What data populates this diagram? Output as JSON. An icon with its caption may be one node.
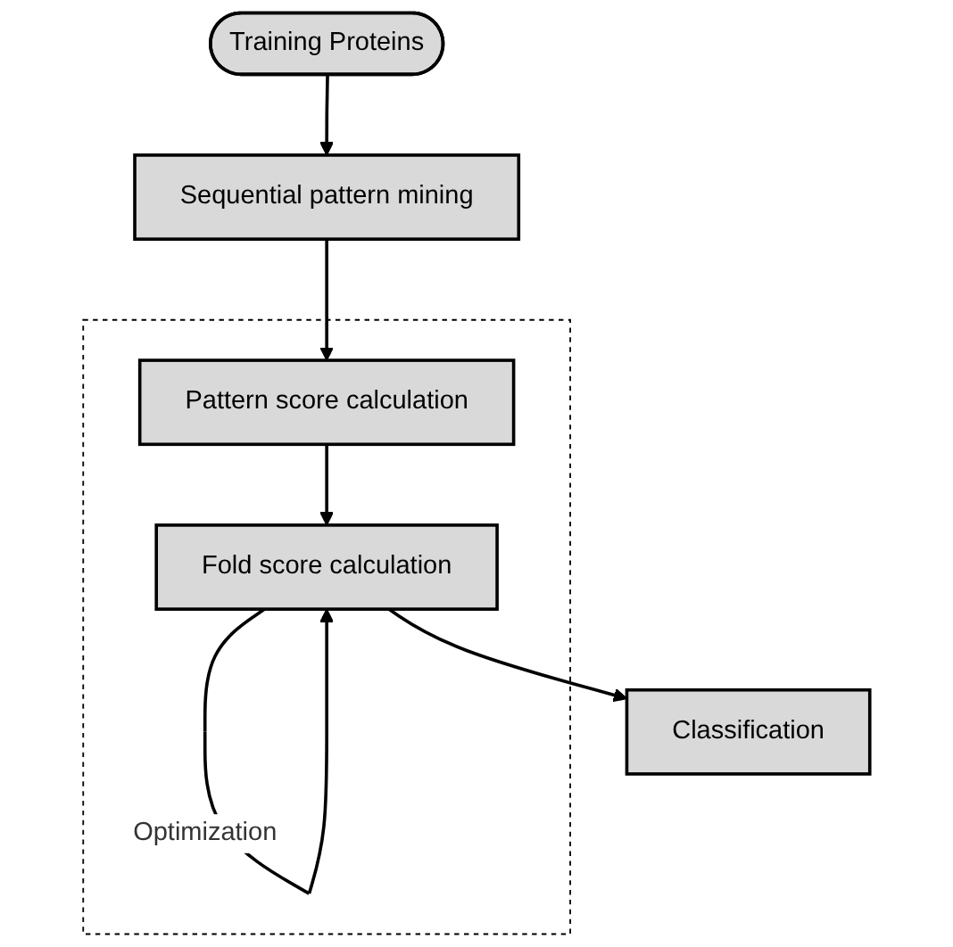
{
  "diagram": {
    "nodes": [
      {
        "text": [
          "Training Proteins"
        ]
      },
      {
        "text": [
          "Sequential pattern mining"
        ]
      },
      {
        "text": [],
        "shape": "box"
      },
      {
        "text": [
          "Pattern score calculation"
        ],
        "in": 2
      },
      {
        "text": [
          "Fold score calculation"
        ],
        "in": 2
      },
      {
        "text": [
          "Classification"
        ]
      }
    ],
    "edges": [
      {
        "from": 0,
        "to": 1,
        "arrow": "to"
      },
      {
        "from": 1,
        "to": 3,
        "arrow": "to"
      },
      {
        "from": 3,
        "to": 4,
        "arrow": "to"
      },
      {
        "from": 4,
        "to": 4,
        "arrow": "to",
        "label": "Optimization"
      },
      {
        "from": 4,
        "to": 5,
        "arrow": "to"
      }
    ]
  }
}
